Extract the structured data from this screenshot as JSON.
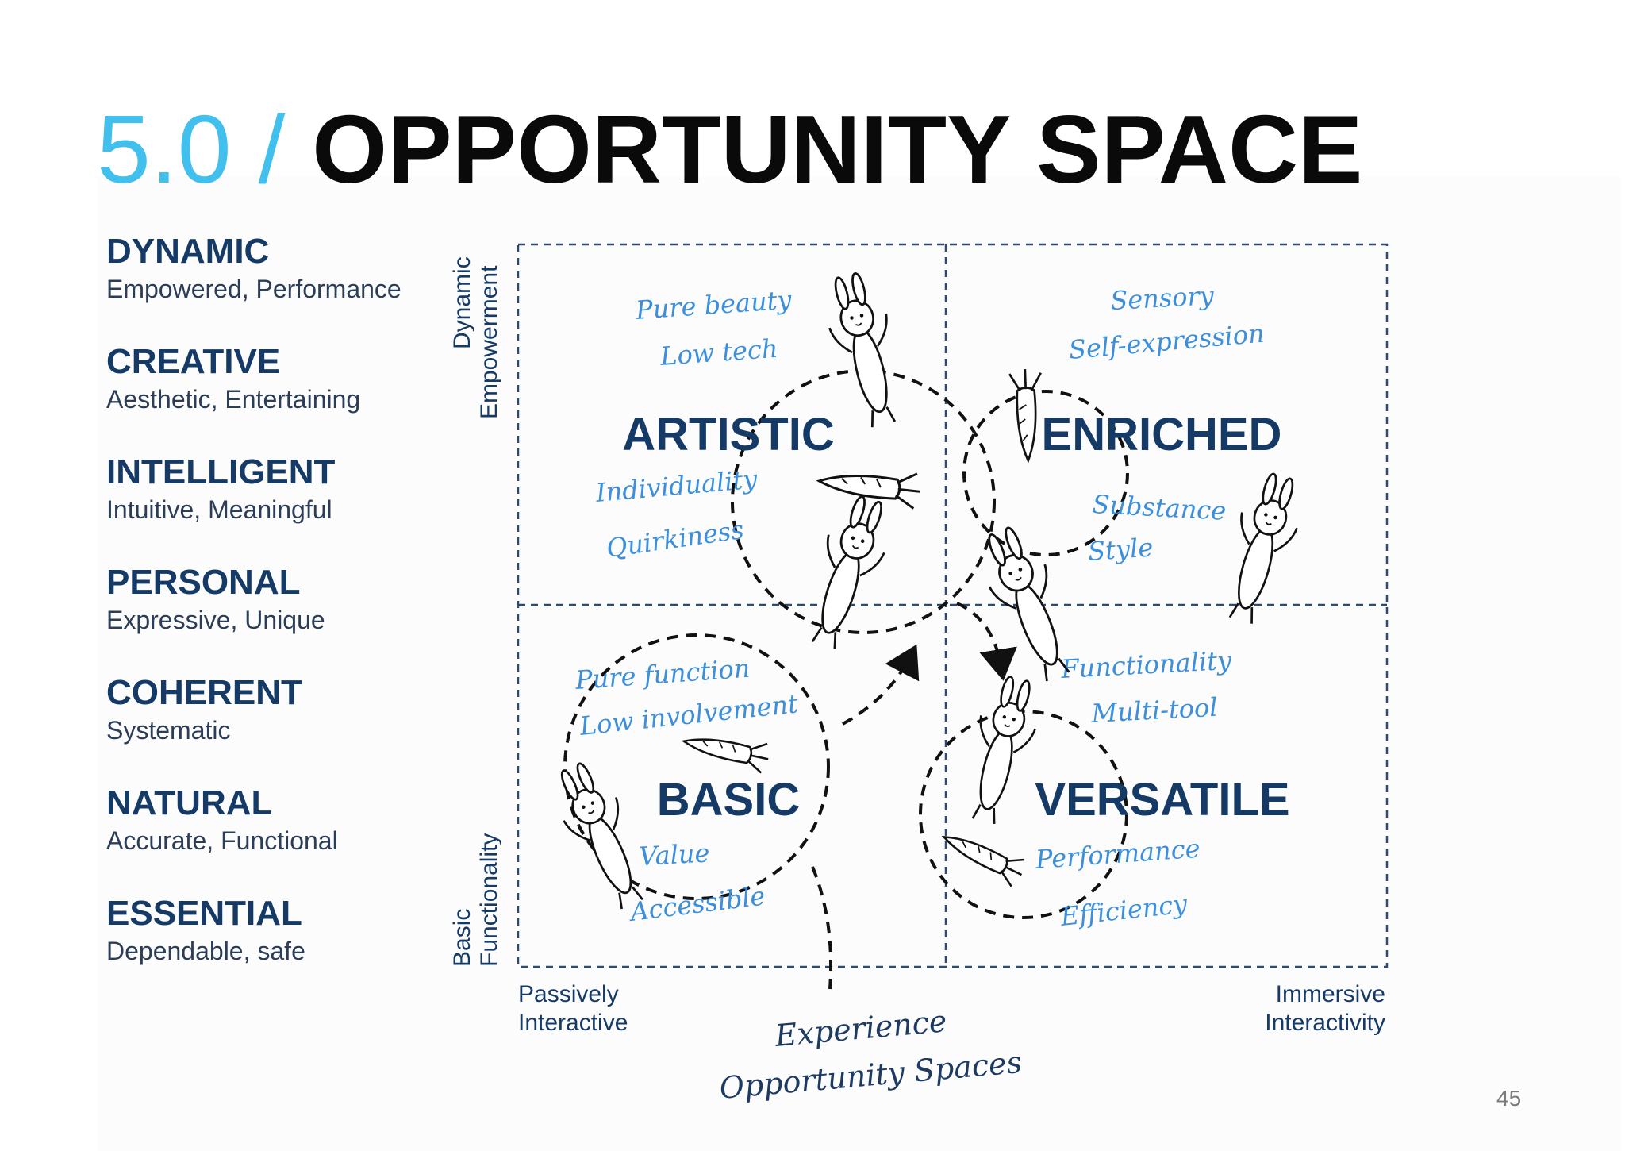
{
  "title": {
    "number": "5.0 /",
    "text": "OPPORTUNITY SPACE"
  },
  "legend": [
    {
      "heading": "DYNAMIC",
      "sub": "Empowered, Performance"
    },
    {
      "heading": "CREATIVE",
      "sub": "Aesthetic, Entertaining"
    },
    {
      "heading": "INTELLIGENT",
      "sub": "Intuitive, Meaningful"
    },
    {
      "heading": "PERSONAL",
      "sub": "Expressive, Unique"
    },
    {
      "heading": "COHERENT",
      "sub": "Systematic"
    },
    {
      "heading": "NATURAL",
      "sub": "Accurate, Functional"
    },
    {
      "heading": "ESSENTIAL",
      "sub": "Dependable, safe"
    }
  ],
  "axes": {
    "y_top": [
      "Dynamic",
      "Empowerment"
    ],
    "y_bottom": [
      "Basic",
      "Functionality"
    ],
    "x_left": [
      "Passively",
      "Interactive"
    ],
    "x_right": [
      "Immersive",
      "Interactivity"
    ]
  },
  "quadrants": {
    "artistic": {
      "label": "ARTISTIC",
      "notes": [
        "Pure beauty",
        "Low tech",
        "Individuality",
        "Quirkiness"
      ]
    },
    "enriched": {
      "label": "ENRICHED",
      "notes": [
        "Sensory",
        "Self-expression",
        "Substance",
        "Style"
      ]
    },
    "basic": {
      "label": "BASIC",
      "notes": [
        "Pure function",
        "Low involvement",
        "Value",
        "Accessible"
      ]
    },
    "versatile": {
      "label": "VERSATILE",
      "notes": [
        "Functionality",
        "Multi-tool",
        "Performance",
        "Efficiency"
      ]
    }
  },
  "caption": [
    "Experience",
    "Opportunity Spaces"
  ],
  "page_number": "45",
  "colors": {
    "title_number": "#41c0ee",
    "title_text": "#0a0a0a",
    "heading_navy": "#163a66",
    "handwriting_blue": "#3b8fdc",
    "caption_navy": "#1d3a63",
    "grid_dash": "#2e4a73"
  },
  "icons": [
    "rabbit-icon",
    "carrot-icon"
  ]
}
